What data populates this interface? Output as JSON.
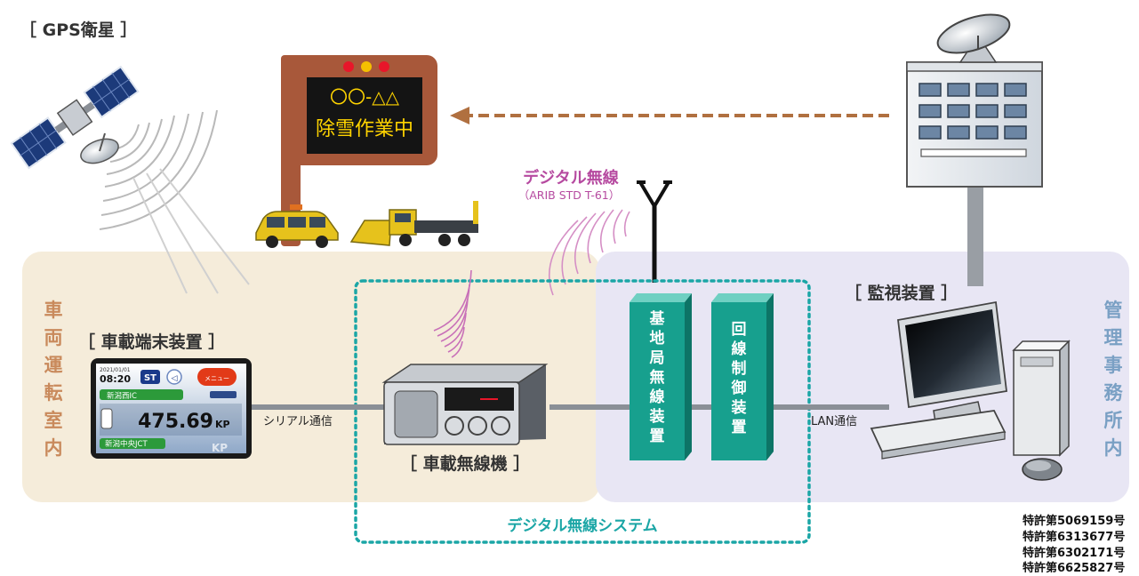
{
  "gps_label": "［ GPS衛星 ］",
  "sign": {
    "line1": "〇〇-△△",
    "line2": "除雪作業中"
  },
  "radio_label": {
    "title": "デジタル無線",
    "subtitle": "（ARIB STD T-61）"
  },
  "left_zone": {
    "title_vertical": [
      "車",
      "両",
      "運",
      "転",
      "室",
      "内"
    ],
    "terminal_label": "［ 車載端末装置 ］",
    "terminal_screen": {
      "date": "2021/01/01",
      "time": "08:20",
      "st": "ST",
      "menu": "メニュー",
      "ic_top": "新潟西IC",
      "kp_value": "475.69",
      "kp_unit": "KP",
      "ic_bottom": "新潟中央JCT",
      "watermark": "KP"
    },
    "serial_label": "シリアル通信",
    "radio_unit_label": "［ 車載無線機 ］"
  },
  "system_label": "デジタル無線システム",
  "right_zone": {
    "title_vertical": [
      "管",
      "理",
      "事",
      "務",
      "所",
      "内"
    ],
    "monitor_label": "［ 監視装置 ］",
    "base_station": [
      "基",
      "地",
      "局",
      "無",
      "線",
      "装",
      "置"
    ],
    "line_control": [
      "回",
      "線",
      "制",
      "御",
      "装",
      "置"
    ],
    "lan_label": "LAN通信"
  },
  "patents": [
    "特許第5069159号",
    "特許第6313677号",
    "特許第6302171号",
    "特許第6625827号"
  ],
  "colors": {
    "left_bg": "#f5ecda",
    "right_bg": "#e8e6f4",
    "zone_title_left": "#c98a5c",
    "zone_title_right": "#7aa0c4",
    "teal": "#17a08e",
    "system_border": "#1ba6a6",
    "magenta": "#b64aa0",
    "sign_brown": "#a8583a",
    "arrow_brown": "#b07040"
  }
}
